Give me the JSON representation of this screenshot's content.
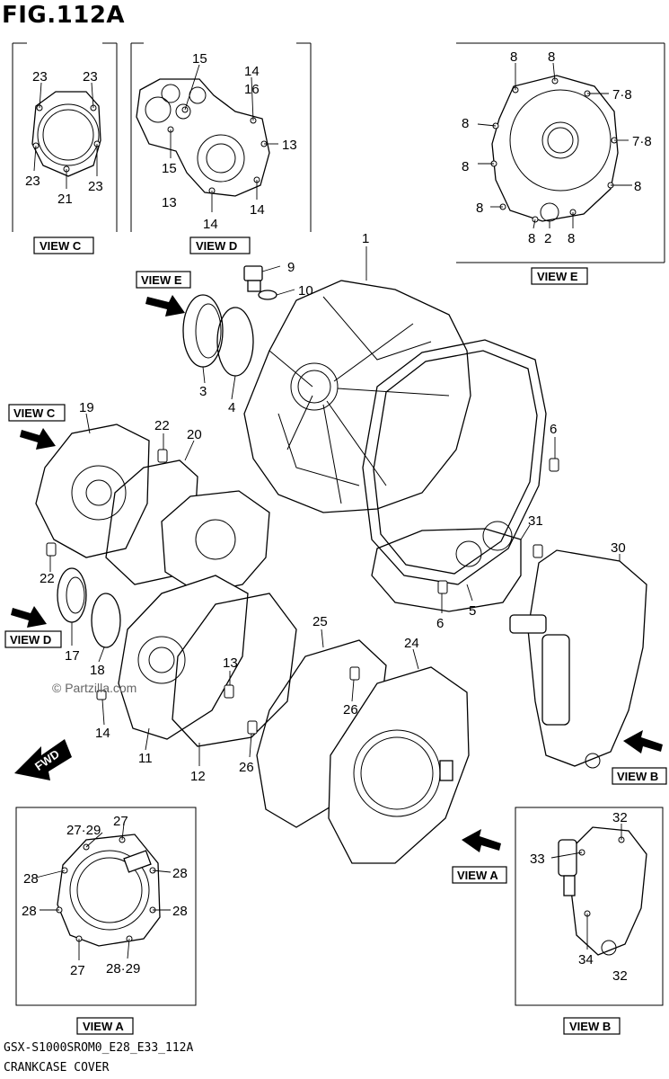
{
  "figure": {
    "title": "FIG.112A",
    "code": "GSX-S1000SROM0_E28_E33_112A",
    "caption": "CRANKCASE COVER",
    "watermark": "© Partzilla.com"
  },
  "views": {
    "view_c": "VIEW C",
    "view_d": "VIEW D",
    "view_e": "VIEW E",
    "view_a": "VIEW A",
    "view_b": "VIEW B",
    "fwd": "FWD"
  },
  "labels": {
    "c23a": "23",
    "c23b": "23",
    "c23c": "23",
    "c21": "21",
    "c23d": "23",
    "d15a": "15",
    "d14a": "14",
    "d16": "16",
    "d13a": "13",
    "d15b": "15",
    "d13b": "13",
    "d14b": "14",
    "d14c": "14",
    "e8a": "8",
    "e8b": "8",
    "e78a": "7·8",
    "e8c": "8",
    "e78b": "7·8",
    "e8d": "8",
    "e8e": "8",
    "e8f": "8",
    "e8g": "8",
    "e2": "2",
    "e8h": "8",
    "p1": "1",
    "p9": "9",
    "p10": "10",
    "p3": "3",
    "p4": "4",
    "p19": "19",
    "p22a": "22",
    "p20": "20",
    "p6a": "6",
    "p31": "31",
    "p30": "30",
    "p22b": "22",
    "p17": "17",
    "p18": "18",
    "p5": "5",
    "p6b": "6",
    "p25": "25",
    "p24": "24",
    "p13": "13",
    "p14": "14",
    "p11": "11",
    "p12": "12",
    "p26a": "26",
    "p26b": "26",
    "a2729a": "27·29",
    "a27": "27",
    "a28a": "28",
    "a28b": "28",
    "a28c": "28",
    "a28d": "28",
    "a27b": "27",
    "a2829": "28·29",
    "b32a": "32",
    "b33": "33",
    "b34": "34",
    "b32b": "32"
  }
}
